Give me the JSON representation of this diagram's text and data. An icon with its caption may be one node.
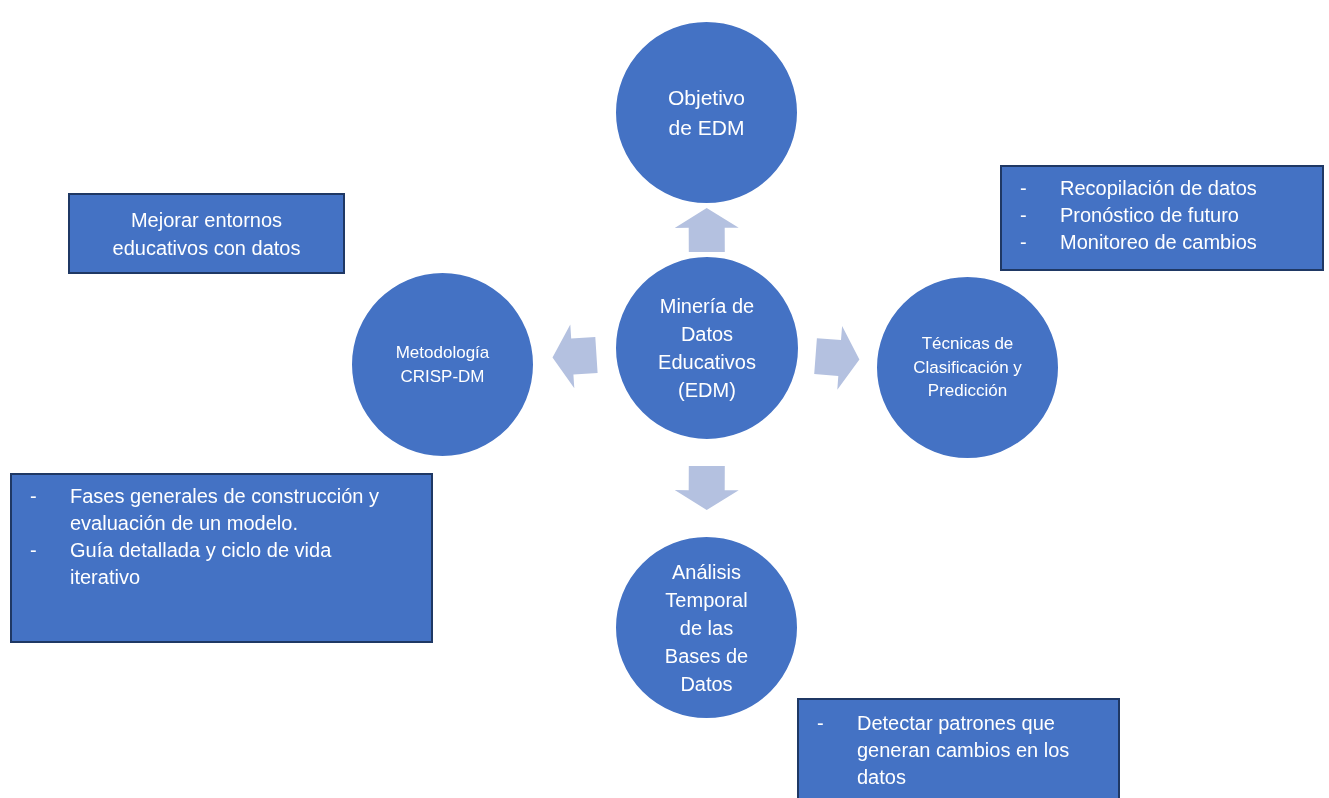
{
  "diagram": {
    "nodes": [
      {
        "text": [
          "Objetivo de EDM"
        ]
      },
      {
        "text": [
          "Mejorar entornos educativos con datos"
        ]
      },
      {
        "text": [
          "- Recopilación de datos",
          "- Pronóstico de futuro",
          "- Monitoreo de cambios"
        ]
      },
      {
        "text": [
          "Metodología CRISP-DM"
        ]
      },
      {
        "text": [
          "Minería de Datos Educativos (EDM)"
        ]
      },
      {
        "text": [
          "Técnicas de Clasificación y Predicción"
        ]
      },
      {
        "text": [
          "- Fases generales de construcción y evaluación de un modelo.",
          "- Guía detallada y ciclo de vida iterativo"
        ]
      },
      {
        "text": [
          "Análisis Temporal de las Bases de Datos"
        ]
      },
      {
        "text": [
          "- Detectar patrones que generan cambios en los datos"
        ]
      }
    ],
    "edges": [
      {
        "from": 4,
        "to": 0,
        "arrow": "to"
      },
      {
        "from": 4,
        "to": 3,
        "arrow": "to"
      },
      {
        "from": 4,
        "to": 5,
        "arrow": "to"
      },
      {
        "from": 4,
        "to": 7,
        "arrow": "to"
      }
    ]
  }
}
